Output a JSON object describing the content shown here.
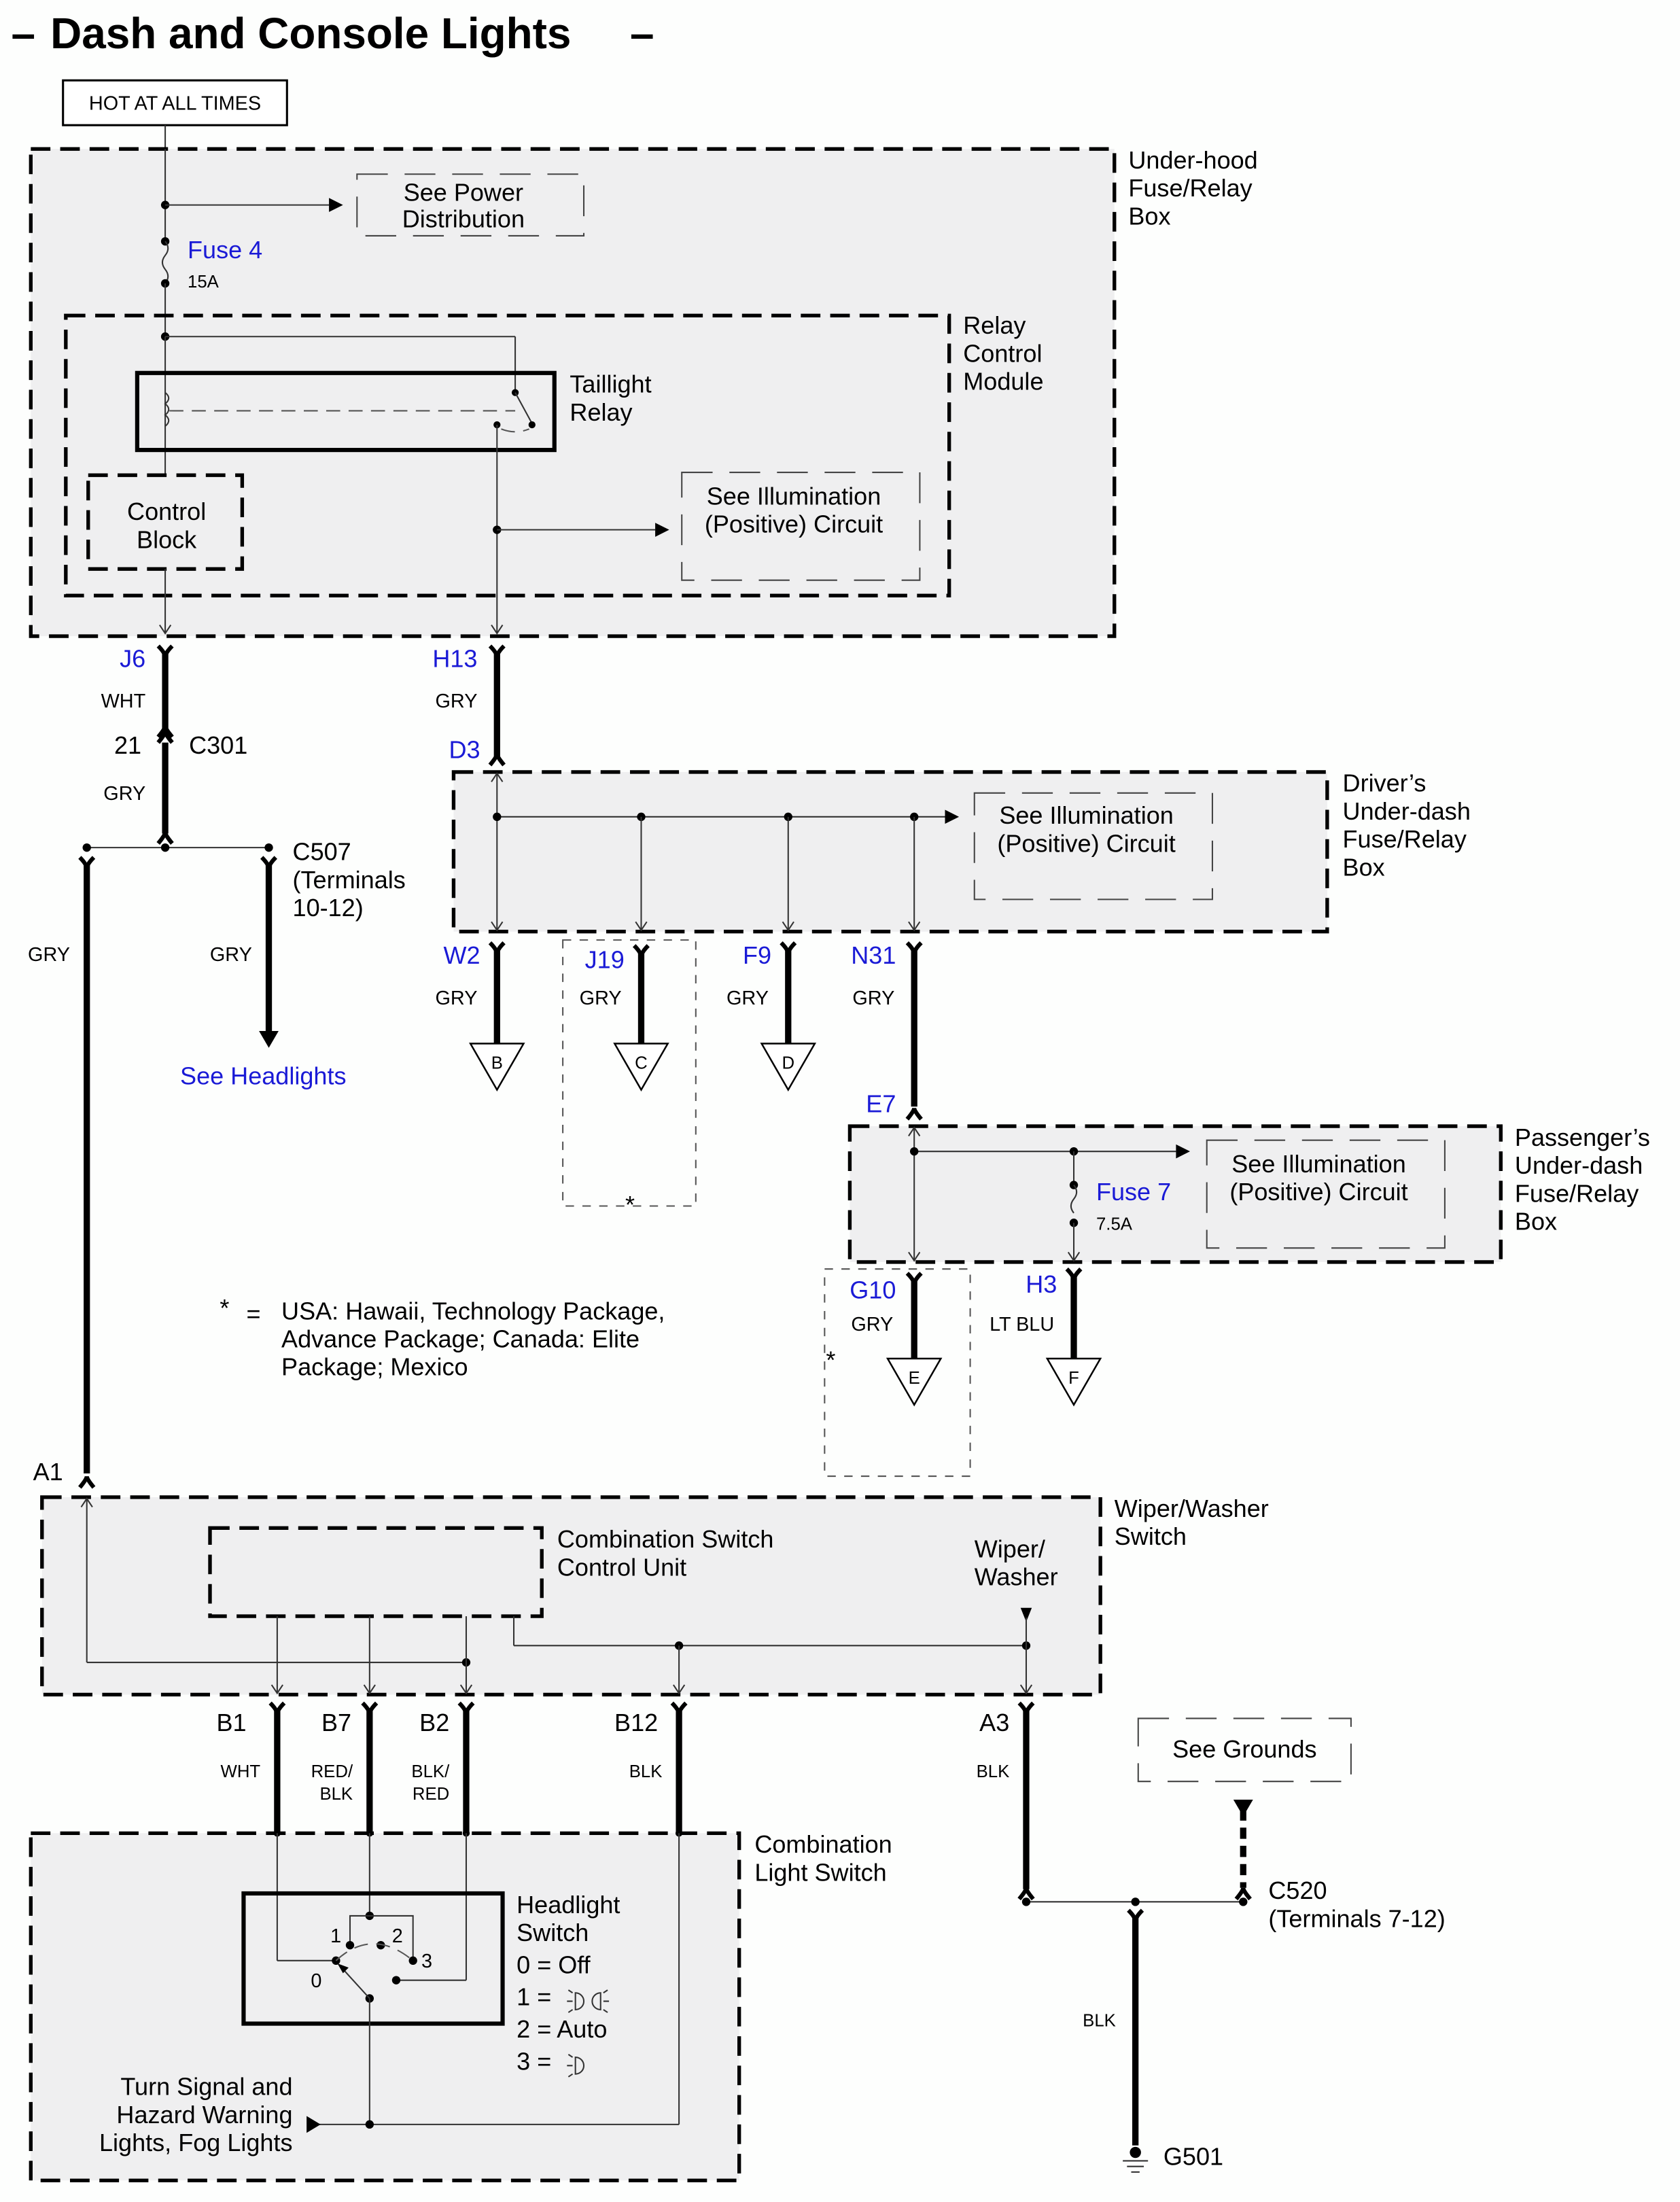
{
  "title": "Dash and Console Lights",
  "power_label": "HOT AT ALL TIMES",
  "colors": {
    "link_blue": "#1a1ad6",
    "box_fill": "#efeff0"
  },
  "underhood": {
    "label": [
      "Under-hood",
      "Fuse/Relay",
      "Box"
    ],
    "see_power": [
      "See Power",
      "Distribution"
    ],
    "fuse_name": "Fuse 4",
    "fuse_rating": "15A",
    "rcm_label": [
      "Relay",
      "Control",
      "Module"
    ],
    "relay_label": [
      "Taillight",
      "Relay"
    ],
    "control_block": [
      "Control",
      "Block"
    ],
    "see_illum": [
      "See Illumination",
      "(Positive) Circuit"
    ]
  },
  "wires_top": {
    "j6": "J6",
    "j6_color": "WHT",
    "c301_pin": "21",
    "c301": "C301",
    "c301_color": "GRY",
    "h13": "H13",
    "h13_color": "GRY",
    "c507": [
      "C507",
      "(Terminals",
      "10-12)"
    ],
    "left_color": "GRY",
    "mid_color": "GRY",
    "see_headlights": "See Headlights"
  },
  "driver_box": {
    "label": [
      "Driver’s",
      "Under-dash",
      "Fuse/Relay",
      "Box"
    ],
    "input": "D3",
    "see_illum": [
      "See Illumination",
      "(Positive) Circuit"
    ],
    "outputs": [
      {
        "pin": "W2",
        "color": "GRY",
        "to": "B"
      },
      {
        "pin": "J19",
        "color": "GRY",
        "to": "C"
      },
      {
        "pin": "F9",
        "color": "GRY",
        "to": "D"
      },
      {
        "pin": "N31",
        "color": "GRY"
      }
    ],
    "optional_mark": "*"
  },
  "passenger_box": {
    "label": [
      "Passenger’s",
      "Under-dash",
      "Fuse/Relay",
      "Box"
    ],
    "input": "E7",
    "fuse_name": "Fuse 7",
    "fuse_rating": "7.5A",
    "see_illum": [
      "See Illumination",
      "(Positive) Circuit"
    ],
    "outputs": [
      {
        "pin": "G10",
        "color": "GRY",
        "to": "E"
      },
      {
        "pin": "H3",
        "color": "LT BLU",
        "to": "F"
      }
    ],
    "optional_mark": "*"
  },
  "footnote": {
    "mark": "*",
    "eq": "=",
    "lines": [
      "USA: Hawaii, Technology Package,",
      "Advance Package; Canada: Elite",
      "Package; Mexico"
    ]
  },
  "wiper_switch": {
    "input": "A1",
    "label": [
      "Wiper/Washer",
      "Switch"
    ],
    "control_unit": [
      "Combination Switch",
      "Control Unit"
    ],
    "wiper_label": [
      "Wiper/",
      "Washer"
    ],
    "pins": [
      {
        "pin": "B1",
        "color": [
          "WHT"
        ]
      },
      {
        "pin": "B7",
        "color": [
          "RED/",
          "BLK"
        ]
      },
      {
        "pin": "B2",
        "color": [
          "BLK/",
          "RED"
        ]
      },
      {
        "pin": "B12",
        "color": [
          "BLK"
        ]
      },
      {
        "pin": "A3",
        "color": [
          "BLK"
        ]
      }
    ]
  },
  "combo_light": {
    "label": [
      "Combination",
      "Light Switch"
    ],
    "headlight": [
      "Headlight",
      "Switch"
    ],
    "positions": [
      "0 = Off",
      "1 = ",
      "2 = Auto",
      "3 = "
    ],
    "pos_nums": [
      "0",
      "1",
      "2",
      "3"
    ],
    "turn_signal": [
      "Turn Signal and",
      "Hazard Warning",
      "Lights, Fog Lights"
    ]
  },
  "ground": {
    "see_grounds": "See Grounds",
    "c520": [
      "C520",
      "(Terminals 7-12)"
    ],
    "wire_color": "BLK",
    "ground": "G501"
  }
}
